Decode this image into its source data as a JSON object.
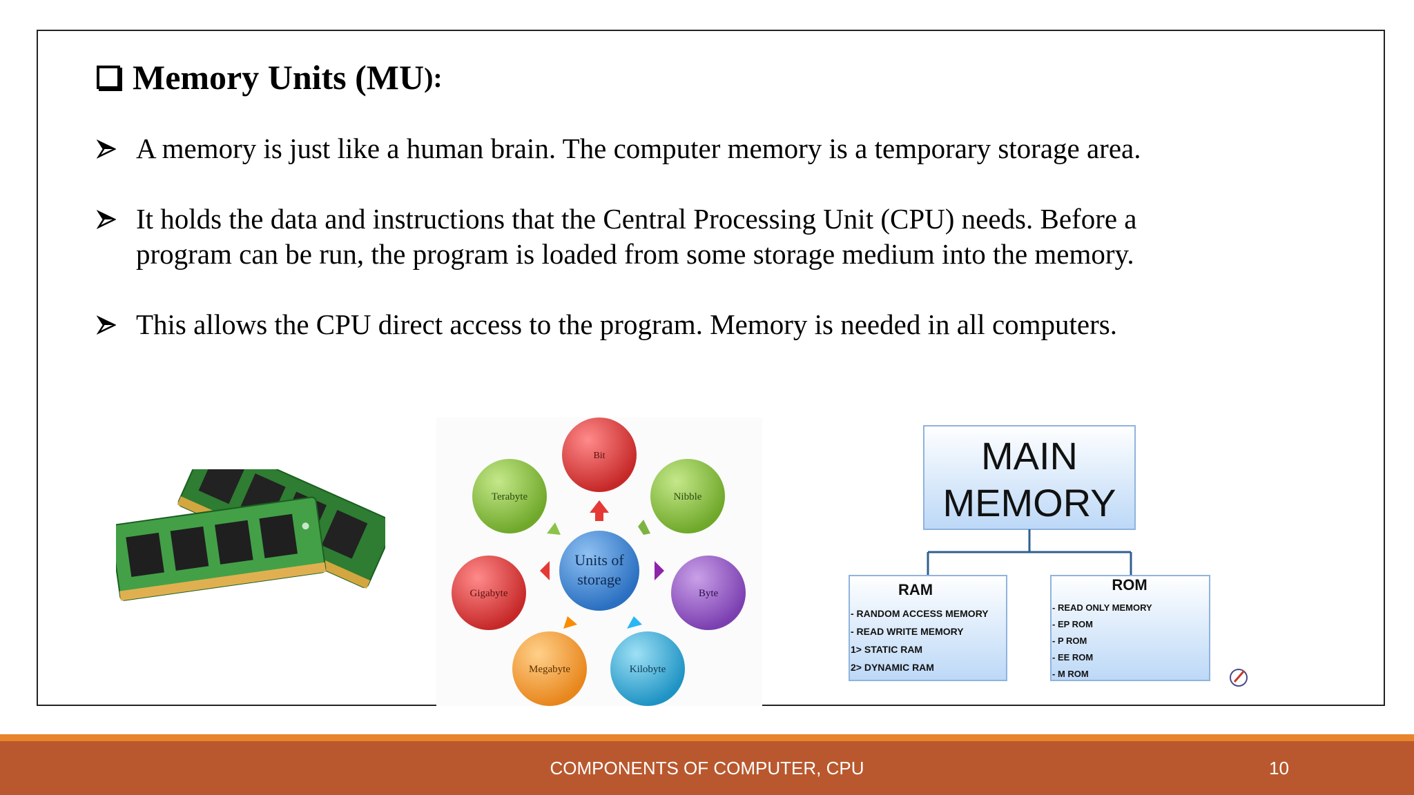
{
  "slide": {
    "title": "Memory Units (MU",
    "title_suffix": "):",
    "bullets": [
      "A memory is just like a human brain. The computer memory is a temporary storage area.",
      "It holds the data and instructions that the Central Processing Unit (CPU) needs. Before a program can be run, the program is loaded from some storage medium into the memory.",
      "This allows the CPU direct access to the program. Memory is needed in all computers."
    ]
  },
  "units_diagram": {
    "center": [
      "Units of",
      "storage"
    ],
    "units": [
      "Bit",
      "Nibble",
      "Byte",
      "Kilobyte",
      "Megabyte",
      "Gigabyte",
      "Terabyte"
    ],
    "colors": {
      "Bit": "#d93a3a",
      "Nibble": "#7fbf2e",
      "Byte": "#8a4fbf",
      "Kilobyte": "#2fa8d6",
      "Megabyte": "#f2972a",
      "Gigabyte": "#d63a44",
      "Terabyte": "#8cc63f",
      "center": "#3b82d1"
    }
  },
  "memory_diagram": {
    "main": [
      "MAIN",
      "MEMORY"
    ],
    "ram": {
      "label": "RAM",
      "lines": [
        "- RANDOM ACCESS MEMORY",
        "- READ WRITE MEMORY",
        "1>  STATIC RAM",
        "2>  DYNAMIC RAM"
      ]
    },
    "rom": {
      "label": "ROM",
      "lines": [
        "- READ ONLY MEMORY",
        "- EP ROM",
        "- P ROM",
        "- EE ROM",
        "- M ROM"
      ]
    }
  },
  "footer": {
    "title": "COMPONENTS OF COMPUTER, CPU",
    "page": "10",
    "colors": {
      "bar": "#b9582e",
      "strip": "#e8842c"
    }
  }
}
